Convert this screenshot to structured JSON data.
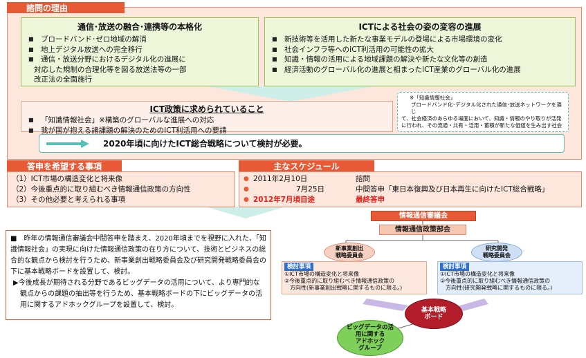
{
  "consultation_reason": {
    "header": "諮問の理由",
    "left_box": {
      "title": "通信･放送の融合･連携等の本格化",
      "items": [
        "ブロードバンド･ゼロ地域の解消",
        "地上デジタル放送への完全移行",
        "通信・放送分野におけるデジタル化の進展に"
      ],
      "continuation": [
        "対応した規制の合理化等を図る放送法等の一部",
        "改正法の全面施行"
      ]
    },
    "right_box": {
      "title": "ICTによる社会の姿の変容の進展",
      "items": [
        "新技術等を活用した新たな事業モデルの登場による市場環境の変化",
        "社会インフラ等へのICT利活用の可能性の拡大",
        "知識・情報の活用による地域課題の解決や新たな文化等の創造",
        "経済活動のグローバル化の進展と相まったICT産業のグローバル化の進展"
      ]
    },
    "policy_box": {
      "title": "ICT政策に求められていること",
      "items": [
        "「知識情報社会」※構築のグローバルな進展への対応",
        "我が国が抱える諸課題の解決のためのICT利活用への要請"
      ]
    },
    "note": {
      "title": "※「知識情報社会」",
      "lines": [
        "ブロードバンド化･デジタル化された通信･放送ネットワークを通じ",
        "て、社会経済のあらゆる場面において、知識・情報のやり取りが活発",
        "に行われ、その流通・共有・活用・蓄積が新たな価値を生み出す社会"
      ]
    },
    "conclusion": "2020年頃に向けたICT総合戦略について検討が必要。"
  },
  "desired_items": {
    "header": "答申を希望する事項",
    "items": [
      "（1）ICT市場の構造変化と将来像",
      "（2）今後重点的に取り組むべき情報通信政策の方向性",
      "（3）その他必要と考えられる事項"
    ]
  },
  "schedule": {
    "header": "主なスケジュール",
    "rows": [
      {
        "date": "2011年2月10日",
        "event": "諮問",
        "highlight": false
      },
      {
        "date": "7月25日",
        "event": "中間答申「東日本復興及び日本再生に向けたICT総合戦略」",
        "highlight": false
      },
      {
        "date": "2012年7月頃目途",
        "event": "最終答申",
        "highlight": true
      }
    ]
  },
  "explanation": {
    "paragraph": "■　昨年の情報通信審議会中間答申を踏まえ、2020年頃までを視野に入れた、「知識情報社会」の実現に向けた情報通信政策の在り方について、技術とビジネスの総合的な観点から検討を行うため、新事業創出戦略委員会及び研究開発戦略委員会の下に基本戦略ボードを設置して、検討。",
    "sub_paragraph": "▶今後成長が期待される分野であるビッグデータの活用について、より専門的な観点からの課題の抽出等を行うため、基本戦略ボードの下にビッグデータの活用に関するアドホックグループを設置して、検討。"
  },
  "org_chart": {
    "council": "情報通信審議会",
    "subcommittee": "情報通信政策部会",
    "left_committee": "新事業創出\n戦略委員会",
    "right_committee": "研究開発\n戦略委員会",
    "kentou_label": "検討事項",
    "left_items": [
      "①ICT市場の構造変化と将来像",
      "②今後重点的に取り組むべき情報通信政策の",
      "　方向性(新事業創出戦略に関するものに限る。)"
    ],
    "right_items": [
      "①ICT市場の構造変化と将来像",
      "②今後重点的に取り組むべき情報通信政策の",
      "　方向性(研究開発戦略に関するものに限る。)"
    ],
    "board": "基本戦略\nボード",
    "adhoc": "ビッグデータの活\n用に関する\nアドホック\nグループ"
  },
  "colors": {
    "accent_orange": "#e85a36",
    "pink_fill": "#fde6dc",
    "green_fill": "#eef6da",
    "teal_border": "#58bfb5",
    "board_red": "#b31d2a",
    "adhoc_green": "#7ed05a",
    "committee_blue": "#2f6fd0"
  }
}
